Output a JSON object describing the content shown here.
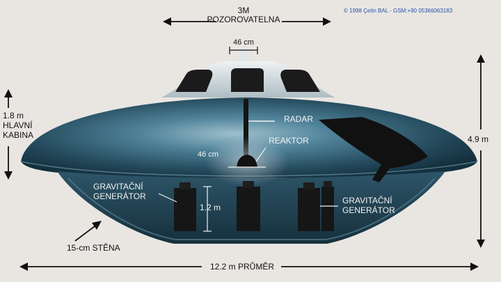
{
  "copyright": "© 1998 Çetin BAL  -  GSM:+90  05366063183",
  "labels": {
    "observatory_dim": "3M",
    "observatory_name": "POZOROVATELNA",
    "top_width": "46 cm",
    "cabin_height": "1.8 m",
    "cabin_line1": "HLAVNÍ",
    "cabin_line2": "KABINA",
    "radar": "RADAR",
    "reactor": "REAKTOR",
    "reactor_dim": "46 cm",
    "total_height": "4.9 m",
    "generator_left_1": "GRAVITAČNÍ",
    "generator_left_2": "GENERÁTOR",
    "generator_height": "1.2 m",
    "generator_right_1": "GRAVITAČNÍ",
    "generator_right_2": "GENERÁTOR",
    "wall": "15-cm STĚNA",
    "diameter": "12.2 m PRŮMĚR"
  },
  "colors": {
    "background": "#e9e6e2",
    "hull_dark": "#173545",
    "hull_mid": "#3a6e85",
    "hull_light": "#a9c6d1",
    "dome": "#c9d3d6",
    "window": "#1b1b1b",
    "text_dark": "#111111",
    "text_light": "#f2f2f2",
    "copyright": "#2b52a8"
  }
}
